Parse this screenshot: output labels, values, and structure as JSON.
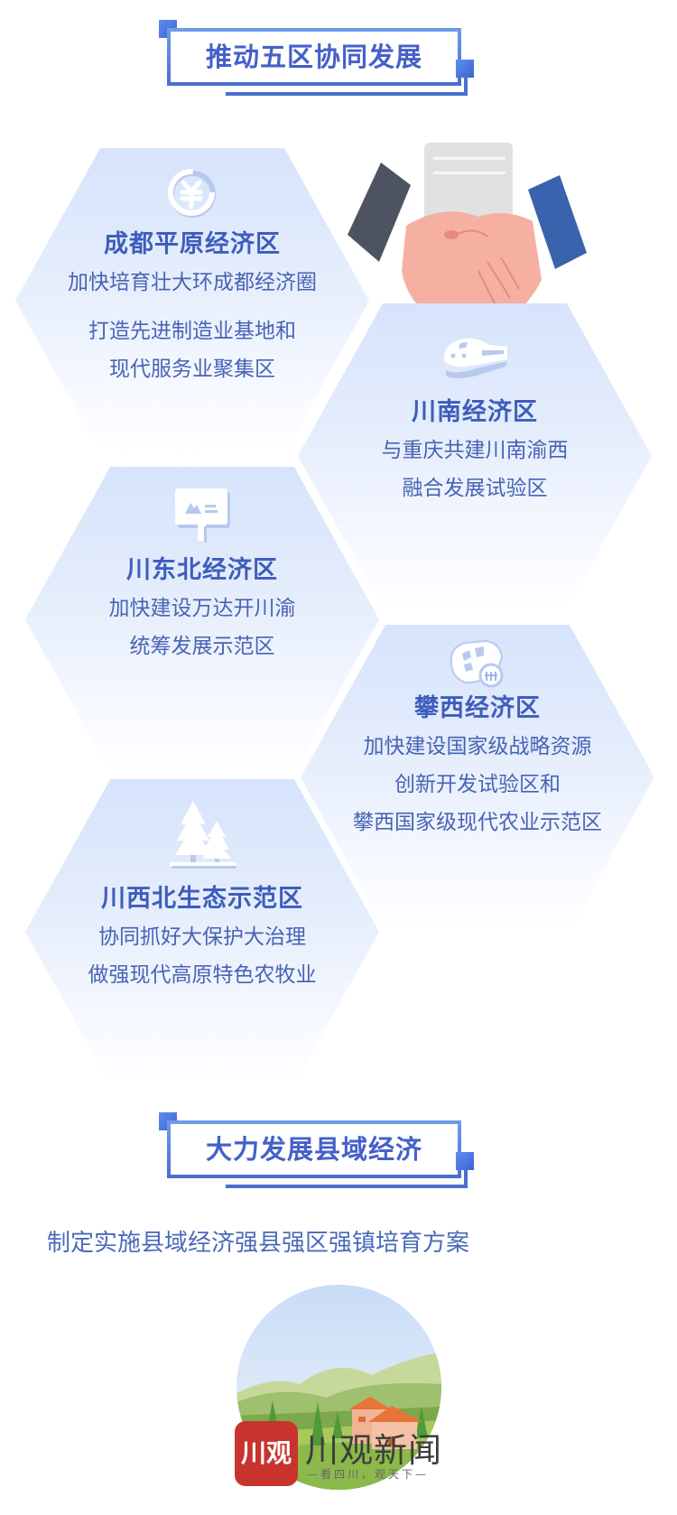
{
  "section1": {
    "title": "推动五区协同发展"
  },
  "zones": [
    {
      "icon": "yuan-coin-icon",
      "title": "成都平原经济区",
      "lines": [
        "加快培育壮大环成都经济圈",
        "打造先进制造业基地和",
        "现代服务业聚集区"
      ]
    },
    {
      "icon": "high-speed-train-icon",
      "title": "川南经济区",
      "lines": [
        "与重庆共建川南渝西",
        "融合发展试验区"
      ]
    },
    {
      "icon": "billboard-mountain-icon",
      "title": "川东北经济区",
      "lines": [
        "加快建设万达开川渝",
        "统筹发展示范区"
      ]
    },
    {
      "icon": "map-resource-icon",
      "title": "攀西经济区",
      "lines": [
        "加快建设国家级战略资源",
        "创新开发试验区和",
        "攀西国家级现代农业示范区"
      ]
    },
    {
      "icon": "pine-trees-icon",
      "title": "川西北生态示范区",
      "lines": [
        "协同抓好大保护大治理",
        "做强现代高原特色农牧业"
      ]
    }
  ],
  "illustration": {
    "name": "handshake-illustration"
  },
  "section2": {
    "title": "大力发展县域经济",
    "body": "制定实施县域经济强县强区强镇培育方案"
  },
  "branding": {
    "logo_mark": "川观",
    "logo_name": "川观新闻",
    "slogan": "—看四川，观天下—"
  },
  "colors": {
    "accent": "#4a6fd0",
    "title_text": "#4660c9",
    "hex_top": "#d6e3fb",
    "logo_red": "#c8342d"
  }
}
